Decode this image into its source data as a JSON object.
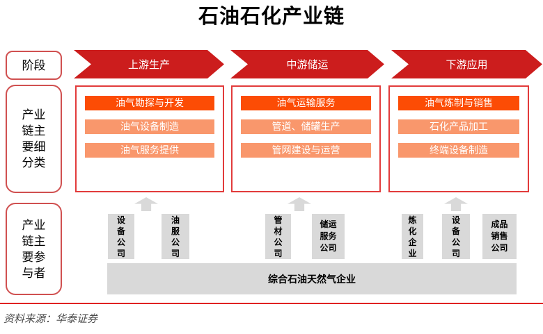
{
  "title": "石油石化产业链",
  "stage_row": {
    "label": "阶段",
    "stages": [
      {
        "label": "上游生产"
      },
      {
        "label": "中游储运"
      },
      {
        "label": "下游应用"
      }
    ]
  },
  "segments_row": {
    "label": "产业\n链主\n要细\n分类",
    "columns": [
      {
        "primary": "油气勘探与开发",
        "secondary": [
          "油气设备制造",
          "油气服务提供"
        ]
      },
      {
        "primary": "油气运输服务",
        "secondary": [
          "管道、储罐生产",
          "管网建设与运营"
        ]
      },
      {
        "primary": "油气炼制与销售",
        "secondary": [
          "石化产品加工",
          "终端设备制造"
        ]
      }
    ]
  },
  "participants_row": {
    "label": "产业\n链主\n要参\n与者",
    "participants": [
      {
        "label": "设\n备\n公\n司"
      },
      {
        "label": "油\n服\n公\n司"
      },
      {
        "label": "管\n材\n公\n司"
      },
      {
        "label": "储运\n服务\n公司"
      },
      {
        "label": "炼\n化\n企\n业"
      },
      {
        "label": "设\n备\n公\n司"
      },
      {
        "label": "成品\n销售\n公司"
      }
    ],
    "integrated": "综合石油天然气企业"
  },
  "footer": {
    "source": "资料来源：华泰证券"
  },
  "colors": {
    "stage_arrow_red": "#cc1d1d",
    "box_border_red": "#e23b3b",
    "side_border_red": "#d05050",
    "primary_bar_orange": "#fc4c05",
    "secondary_bar_orange": "#f9976c",
    "participant_gray": "#d9d9d9",
    "divider_red": "#e02222"
  }
}
